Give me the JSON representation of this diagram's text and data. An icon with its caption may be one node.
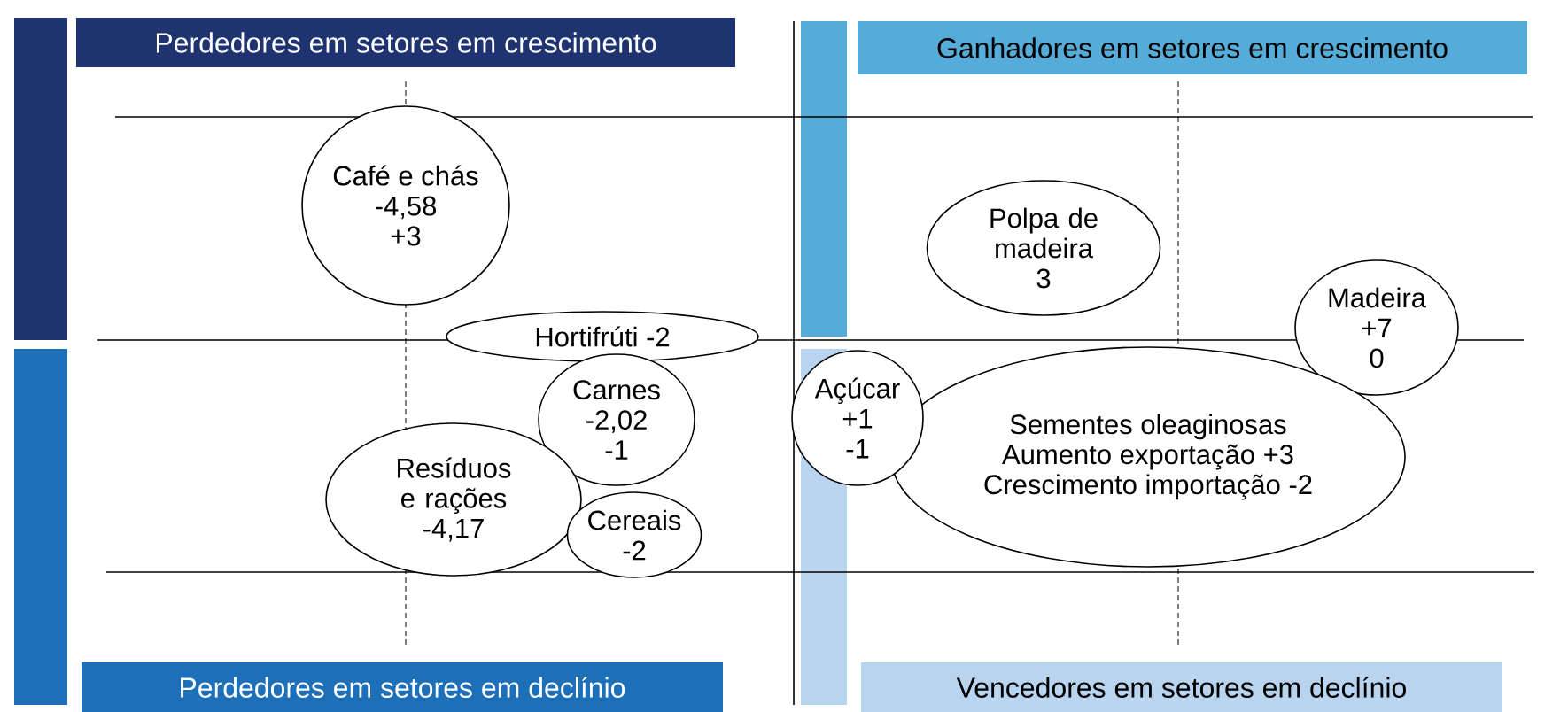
{
  "diagram": {
    "nodes": [
      {
        "text": [
          "Perdedores em setores em crescimento"
        ]
      },
      {
        "text": [
          "Ganhadores em setores em crescimento"
        ]
      },
      {
        "text": [
          "Café e chás",
          "-4,58",
          "+3"
        ]
      },
      {
        "text": [
          "Polpa de madeira",
          "3"
        ]
      },
      {
        "text": [
          "Madeira",
          "+7",
          "0"
        ]
      },
      {
        "text": [
          "Hortifrúti -2"
        ]
      },
      {
        "text": [
          "Carnes",
          "-2,02",
          "-1"
        ]
      },
      {
        "text": [
          "Açúcar",
          "+1",
          "-1"
        ]
      },
      {
        "text": [
          "Sementes oleaginosas",
          "Aumento exportação +3",
          "Crescimento importação -2"
        ]
      },
      {
        "text": [
          "Resíduos e rações",
          "-4,17"
        ]
      },
      {
        "text": [
          "Cereais",
          "-2"
        ]
      },
      {
        "text": [
          "Perdedores em setores em declínio"
        ]
      },
      {
        "text": [
          "Vencedores em setores em declínio"
        ]
      }
    ]
  }
}
